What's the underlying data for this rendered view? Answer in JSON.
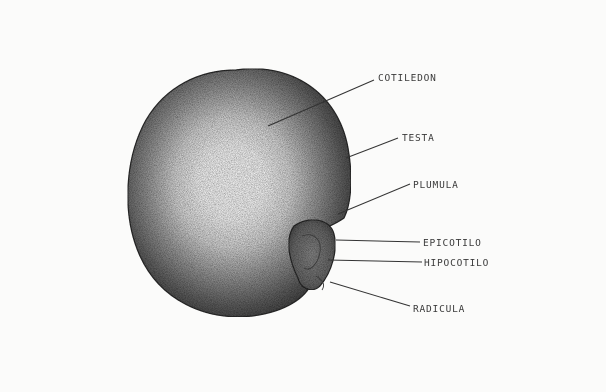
{
  "figure": {
    "labels": {
      "cotiledon": "COTILEDON",
      "testa": "TESTA",
      "plumula": "PLUMULA",
      "epicotilo": "EPICOTILO",
      "hipocotilo": "HIPOCOTILO",
      "radicula": "RADICULA"
    }
  }
}
